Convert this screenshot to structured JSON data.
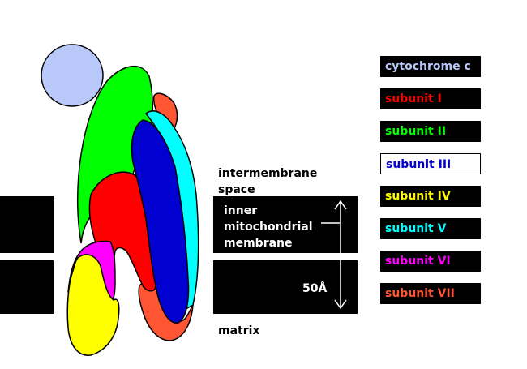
{
  "regions": {
    "intermembrane": "intermembrane\nspace",
    "membrane": "inner\nmitochondrial\nmembrane",
    "thickness": "50Å",
    "matrix": "matrix"
  },
  "legend": [
    {
      "label": "cytochrome c",
      "color": "#b8c8f8",
      "bg": "#000000"
    },
    {
      "label": "subunit I",
      "color": "#ff0000",
      "bg": "#000000"
    },
    {
      "label": "subunit II",
      "color": "#00ff00",
      "bg": "#000000"
    },
    {
      "label": "subunit III",
      "color": "#0000d0",
      "bg": "#ffffff"
    },
    {
      "label": "subunit IV",
      "color": "#ffff00",
      "bg": "#000000"
    },
    {
      "label": "subunit V",
      "color": "#00ffff",
      "bg": "#000000"
    },
    {
      "label": "subunit VI",
      "color": "#ff00ff",
      "bg": "#000000"
    },
    {
      "label": "subunit VII",
      "color": "#ff5533",
      "bg": "#000000"
    }
  ]
}
